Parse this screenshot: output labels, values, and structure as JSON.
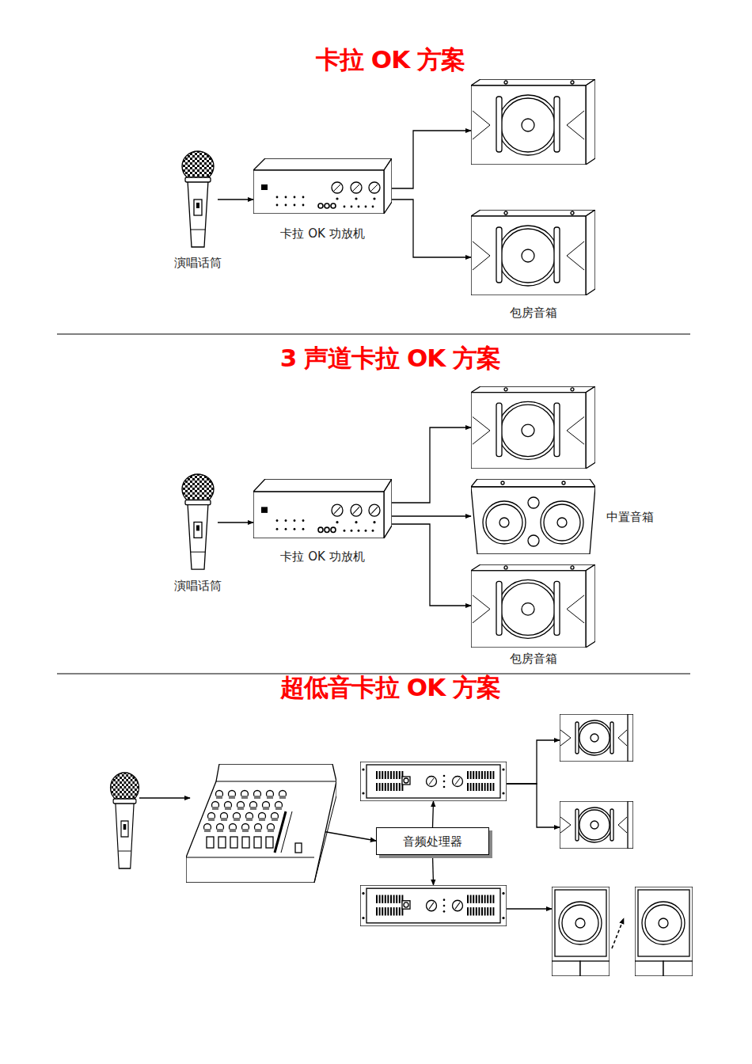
{
  "diagram": {
    "title": "卡拉 OK 方案",
    "nodes": [
      {
        "text": [
          "演唱话筒"
        ]
      },
      {
        "text": [
          "卡拉 OK 功放机"
        ]
      },
      {
        "text": []
      },
      {
        "text": [
          "包房音箱"
        ]
      },
      {
        "text": [
          "演唱话筒"
        ]
      },
      {
        "text": [
          "卡拉 OK 功放机"
        ]
      },
      {
        "text": []
      },
      {
        "text": [
          "中置音箱"
        ]
      },
      {
        "text": [
          "包房音箱"
        ]
      },
      {
        "text": []
      },
      {
        "text": []
      },
      {
        "text": []
      },
      {
        "text": [
          "音频处理器"
        ]
      },
      {
        "text": []
      },
      {
        "text": []
      },
      {
        "text": []
      },
      {
        "text": []
      },
      {
        "text": []
      }
    ],
    "edges": [
      {
        "from": 0,
        "to": 1,
        "arrow": "to"
      },
      {
        "from": 1,
        "to": 2,
        "arrow": "to"
      },
      {
        "from": 1,
        "to": 3,
        "arrow": "to"
      },
      {
        "from": 4,
        "to": 5,
        "arrow": "to"
      },
      {
        "from": 5,
        "to": 6,
        "arrow": "to"
      },
      {
        "from": 5,
        "to": 7,
        "arrow": "to"
      },
      {
        "from": 5,
        "to": 8,
        "arrow": "to"
      },
      {
        "from": 9,
        "to": 10,
        "arrow": "to"
      },
      {
        "from": 10,
        "to": 12,
        "arrow": "to"
      },
      {
        "from": 12,
        "to": 11,
        "arrow": "to"
      },
      {
        "from": 12,
        "to": 13,
        "arrow": "to"
      },
      {
        "from": 11,
        "to": 14,
        "arrow": "to"
      },
      {
        "from": 11,
        "to": 15,
        "arrow": "to"
      },
      {
        "from": 13,
        "to": 16,
        "arrow": "to"
      },
      {
        "from": 16,
        "to": 17,
        "arrow": "to"
      }
    ],
    "labels": [
      "3 声道卡拉 OK 方案",
      "超低音卡拉 OK 方案"
    ]
  }
}
